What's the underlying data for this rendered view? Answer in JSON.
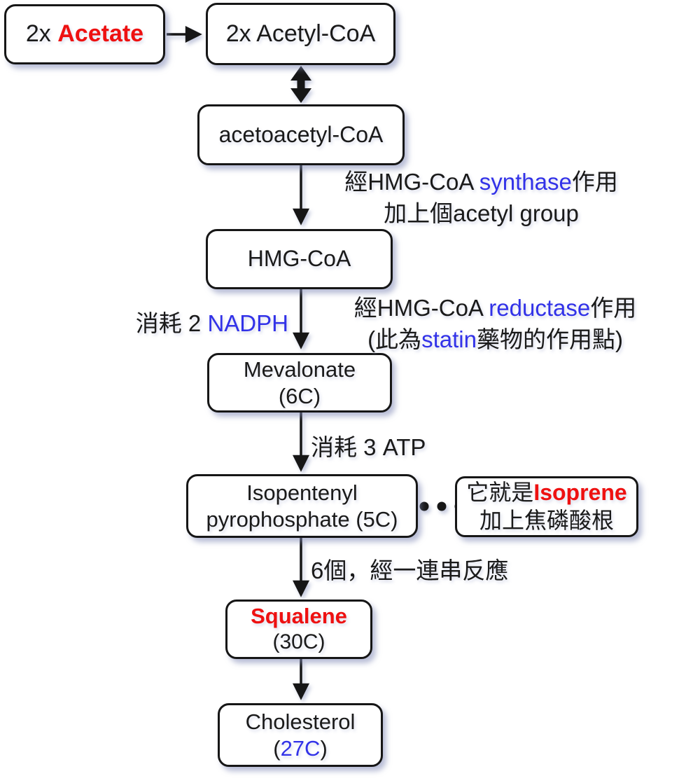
{
  "nodes": {
    "acetate": {
      "prefix": "2x ",
      "name_red": "Acetate"
    },
    "acetyl": {
      "label": "2x Acetyl-CoA"
    },
    "acetoacetyl": {
      "label": "acetoacetyl-CoA"
    },
    "hmg": {
      "label": "HMG-CoA"
    },
    "mevalonate": {
      "name": "Mevalonate",
      "carbons": "(6C)"
    },
    "ipp": {
      "name": "Isopentenyl",
      "name2": "pyrophosphate (5C)"
    },
    "isoprene_note": {
      "pre": "它就是",
      "name_red": "Isoprene",
      "line2": "加上焦磷酸根"
    },
    "squalene": {
      "name": "Squalene",
      "carbons": "(30C)"
    },
    "cholesterol": {
      "name": "Cholesterol",
      "open": "(",
      "carbons_blue": "27C",
      "close": ")"
    }
  },
  "labels": {
    "synthase": {
      "pre": "經HMG-CoA ",
      "enzyme_blue": "synthase",
      "post": "作用",
      "line2": "加上個acetyl group"
    },
    "nadph": {
      "pre": "消耗 2 ",
      "cofactor_blue": "NADPH"
    },
    "reductase": {
      "pre": "經HMG-CoA ",
      "enzyme_blue": "reductase",
      "post": "作用",
      "line2_pre": "(此為",
      "drug_blue": "statin",
      "line2_post": "藥物的作用點)"
    },
    "atp": "消耗 3 ATP",
    "condensation": "6個，經一連串反應"
  },
  "colors": {
    "accent_red": "#ee1111",
    "accent_blue": "#3232e8",
    "ink": "#1a1a1a",
    "box_fill": "#ffffff",
    "shadow": "rgba(125,135,180,0.5)"
  }
}
